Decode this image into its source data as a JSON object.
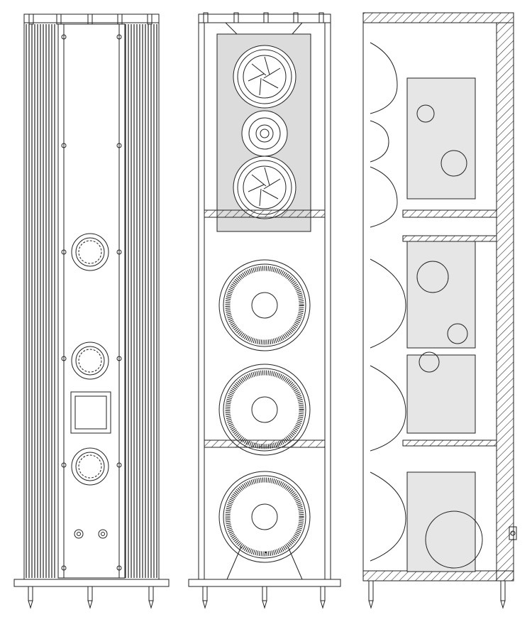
{
  "figure": {
    "views": [
      {
        "id": "rear-view"
      },
      {
        "id": "front-section-view"
      },
      {
        "id": "side-section-view"
      }
    ],
    "colors": {
      "line": "#222222",
      "fill_light": "#dcdcdc",
      "fill_panel": "#e6e6e6",
      "background": "#ffffff"
    }
  }
}
